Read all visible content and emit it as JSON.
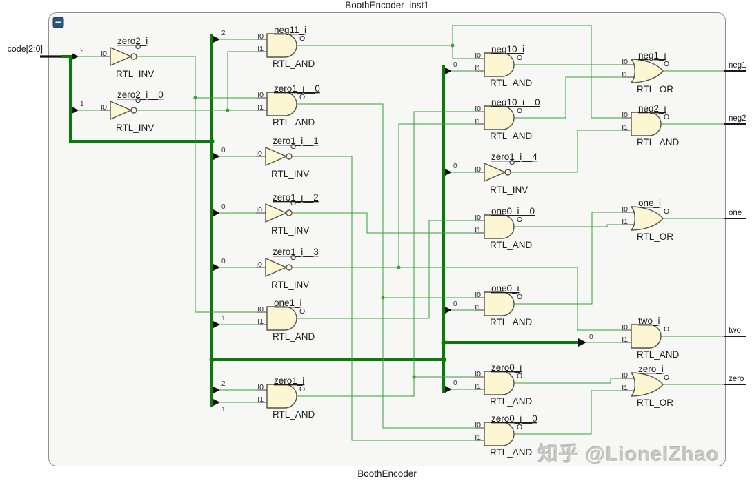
{
  "titles": {
    "top": "BoothEncoder_inst1",
    "bottom": "BoothEncoder"
  },
  "collapse_button": {
    "label": "−"
  },
  "input_port": {
    "name": "code[2:0]"
  },
  "pin_labels": {
    "i0": "I0",
    "i1": "I1",
    "o": "O"
  },
  "gates": [
    {
      "name": "zero2_i",
      "type": "RTL_INV"
    },
    {
      "name": "zero2_i__0",
      "type": "RTL_INV"
    },
    {
      "name": "neg11_i",
      "type": "RTL_AND"
    },
    {
      "name": "zero1_i__0",
      "type": "RTL_AND"
    },
    {
      "name": "zero1_i__1",
      "type": "RTL_INV"
    },
    {
      "name": "zero1_i__2",
      "type": "RTL_INV"
    },
    {
      "name": "zero1_i__3",
      "type": "RTL_INV"
    },
    {
      "name": "one1_i",
      "type": "RTL_AND"
    },
    {
      "name": "zero1_i",
      "type": "RTL_AND"
    },
    {
      "name": "neg10_i",
      "type": "RTL_AND"
    },
    {
      "name": "neg10_i__0",
      "type": "RTL_AND"
    },
    {
      "name": "zero1_i__4",
      "type": "RTL_INV"
    },
    {
      "name": "one0_i__0",
      "type": "RTL_AND"
    },
    {
      "name": "one0_i",
      "type": "RTL_AND"
    },
    {
      "name": "zero0_i",
      "type": "RTL_AND"
    },
    {
      "name": "zero0_i__0",
      "type": "RTL_AND"
    },
    {
      "name": "neg1_i",
      "type": "RTL_OR"
    },
    {
      "name": "neg2_i",
      "type": "RTL_AND"
    },
    {
      "name": "one_i",
      "type": "RTL_OR"
    },
    {
      "name": "two_i",
      "type": "RTL_AND"
    },
    {
      "name": "zero_i",
      "type": "RTL_OR"
    }
  ],
  "ports": [
    {
      "name": "neg1"
    },
    {
      "name": "neg2"
    },
    {
      "name": "one"
    },
    {
      "name": "two"
    },
    {
      "name": "zero"
    }
  ],
  "taps": [
    {
      "bit": "2"
    },
    {
      "bit": "1"
    },
    {
      "bit": "2"
    },
    {
      "bit": "0"
    },
    {
      "bit": "0"
    },
    {
      "bit": "0"
    },
    {
      "bit": "1"
    },
    {
      "bit": "2"
    },
    {
      "bit": "1"
    },
    {
      "bit": "0"
    },
    {
      "bit": "0"
    },
    {
      "bit": "0"
    },
    {
      "bit": "0"
    },
    {
      "bit": "0"
    }
  ],
  "watermark": {
    "text": "知乎 @LionelZhao"
  },
  "colors": {
    "wire": "#35a035",
    "bus": "#0a7a0a",
    "gate_fill": "#fcf7d2",
    "panel_bg": "#f7f7f5",
    "collapse_btn": "#2d5382"
  }
}
